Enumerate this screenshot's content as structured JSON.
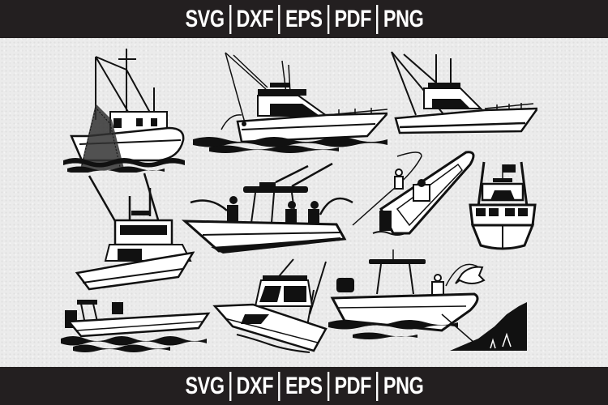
{
  "banner_top": {
    "formats": [
      "SVG",
      "DXF",
      "EPS",
      "PDF",
      "PNG"
    ]
  },
  "banner_bottom": {
    "formats": [
      "SVG",
      "DXF",
      "EPS",
      "PDF",
      "PNG"
    ]
  },
  "colors": {
    "banner_bg": "#231f20",
    "banner_text": "#ffffff",
    "canvas_bg": "#ebebeb",
    "ink": "#111111"
  },
  "illustrations": [
    {
      "name": "shrimp-trawler-with-net",
      "position": "top-left"
    },
    {
      "name": "sportfish-yacht-with-angler",
      "position": "top-center"
    },
    {
      "name": "sportfish-yacht-side",
      "position": "top-right"
    },
    {
      "name": "sportfish-yacht-stern-three-quarter",
      "position": "middle-left"
    },
    {
      "name": "center-console-with-three-anglers",
      "position": "middle-center"
    },
    {
      "name": "bay-boat-top-down-fly-fisher",
      "position": "middle-right"
    },
    {
      "name": "trawler-bow-front-view-with-flag",
      "position": "far-right"
    },
    {
      "name": "flats-skiff-on-waves",
      "position": "bottom-left"
    },
    {
      "name": "sportfish-yacht-bow-three-quarter",
      "position": "bottom-center"
    },
    {
      "name": "center-console-angler-catching-fish-near-reef",
      "position": "bottom-right"
    }
  ]
}
